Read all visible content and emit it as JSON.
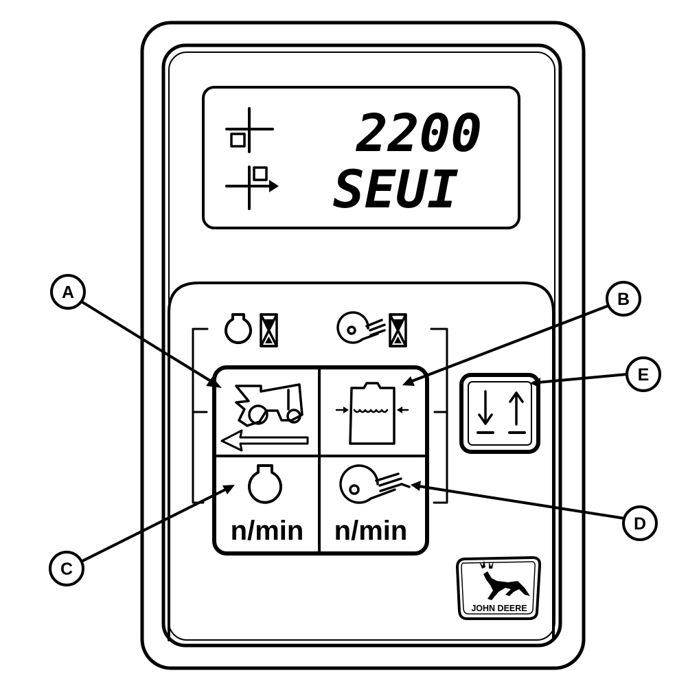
{
  "display": {
    "line1": "2200",
    "line2": "SEUI",
    "line1_icon": "header-position-icon",
    "line2_icon": "header-move-icon"
  },
  "indicators": {
    "left": [
      "engine-icon",
      "hourglass-icon"
    ],
    "right": [
      "fan-icon",
      "hourglass-icon"
    ]
  },
  "buttons": {
    "a": {
      "icon": "combine-harvester-icon"
    },
    "b": {
      "icon": "grain-tank-icon"
    },
    "c": {
      "icon": "engine-icon",
      "label": "n/min"
    },
    "d": {
      "icon": "fan-icon",
      "label": "n/min"
    },
    "e": {
      "icon": "lower-raise-icon"
    }
  },
  "callouts": [
    "A",
    "B",
    "C",
    "D",
    "E"
  ],
  "logo": {
    "text": "JOHN DEERE",
    "icon": "deer-icon"
  }
}
